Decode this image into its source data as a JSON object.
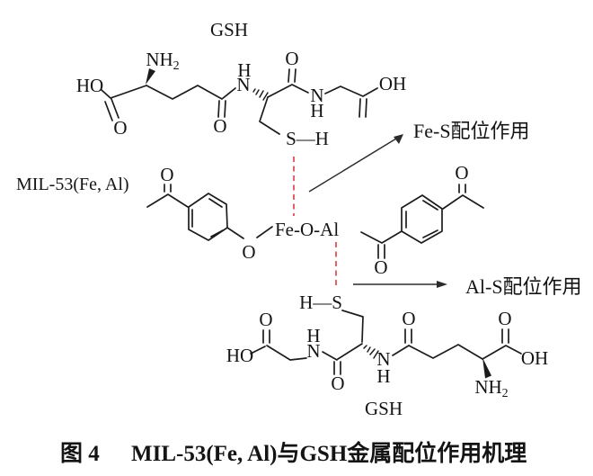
{
  "figure": {
    "top_molecule_title": "GSH",
    "bottom_molecule_title": "GSH",
    "mof_label": "MIL-53(Fe, Al)",
    "bridge_label": "Fe-O-Al",
    "fe_s_interaction": "Fe-S配位作用",
    "al_s_interaction": "Al-S配位作用"
  },
  "atoms": {
    "HO": "HO",
    "OH": "OH",
    "O": "O",
    "N": "N",
    "H": "H",
    "NH": "NH",
    "sub2": "2",
    "SH": "S—H",
    "HS": "H—S"
  },
  "caption": {
    "prefix": "图 4",
    "title": "MIL-53(Fe, Al)与GSH金属配位作用机理"
  },
  "colors": {
    "bond": "#1c1c1c",
    "coordination_bond": "#e05a60"
  }
}
